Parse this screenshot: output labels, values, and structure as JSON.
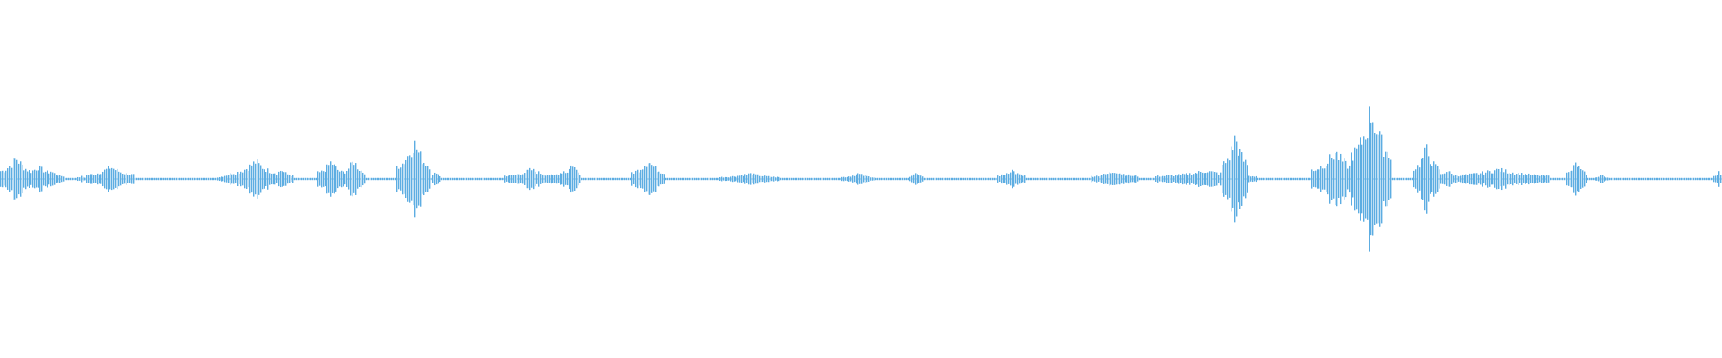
{
  "waveform": {
    "color": "#5DADE2",
    "background": "#FFFFFF",
    "duration_bins": 400,
    "bursts": [
      {
        "at": 0.0,
        "span": 0.006,
        "amp": 0.06
      },
      {
        "at": 0.009,
        "span": 0.01,
        "amp": 0.16
      },
      {
        "at": 0.022,
        "span": 0.012,
        "amp": 0.09
      },
      {
        "at": 0.029,
        "span": 0.008,
        "amp": 0.06
      },
      {
        "at": 0.047,
        "span": 0.005,
        "amp": 0.02
      },
      {
        "at": 0.064,
        "span": 0.014,
        "amp": 0.09
      },
      {
        "at": 0.133,
        "span": 0.008,
        "amp": 0.04
      },
      {
        "at": 0.148,
        "span": 0.014,
        "amp": 0.13
      },
      {
        "at": 0.163,
        "span": 0.007,
        "amp": 0.07
      },
      {
        "at": 0.192,
        "span": 0.008,
        "amp": 0.13
      },
      {
        "at": 0.205,
        "span": 0.007,
        "amp": 0.14
      },
      {
        "at": 0.24,
        "span": 0.01,
        "amp": 0.28
      },
      {
        "at": 0.253,
        "span": 0.003,
        "amp": 0.06
      },
      {
        "at": 0.308,
        "span": 0.016,
        "amp": 0.07
      },
      {
        "at": 0.327,
        "span": 0.01,
        "amp": 0.06
      },
      {
        "at": 0.332,
        "span": 0.005,
        "amp": 0.12
      },
      {
        "at": 0.376,
        "span": 0.01,
        "amp": 0.14
      },
      {
        "at": 0.435,
        "span": 0.018,
        "amp": 0.04
      },
      {
        "at": 0.498,
        "span": 0.01,
        "amp": 0.04
      },
      {
        "at": 0.532,
        "span": 0.004,
        "amp": 0.05
      },
      {
        "at": 0.587,
        "span": 0.008,
        "amp": 0.07
      },
      {
        "at": 0.647,
        "span": 0.014,
        "amp": 0.06
      },
      {
        "at": 0.7,
        "span": 0.03,
        "amp": 0.06
      },
      {
        "at": 0.717,
        "span": 0.008,
        "amp": 0.31
      },
      {
        "at": 0.775,
        "span": 0.014,
        "amp": 0.2
      },
      {
        "at": 0.796,
        "span": 0.012,
        "amp": 0.52
      },
      {
        "at": 0.828,
        "span": 0.008,
        "amp": 0.22
      },
      {
        "at": 0.84,
        "span": 0.006,
        "amp": 0.07
      },
      {
        "at": 0.87,
        "span": 0.03,
        "amp": 0.07
      },
      {
        "at": 0.915,
        "span": 0.006,
        "amp": 0.12
      },
      {
        "at": 0.93,
        "span": 0.004,
        "amp": 0.03
      },
      {
        "at": 0.998,
        "span": 0.004,
        "amp": 0.05
      }
    ]
  }
}
